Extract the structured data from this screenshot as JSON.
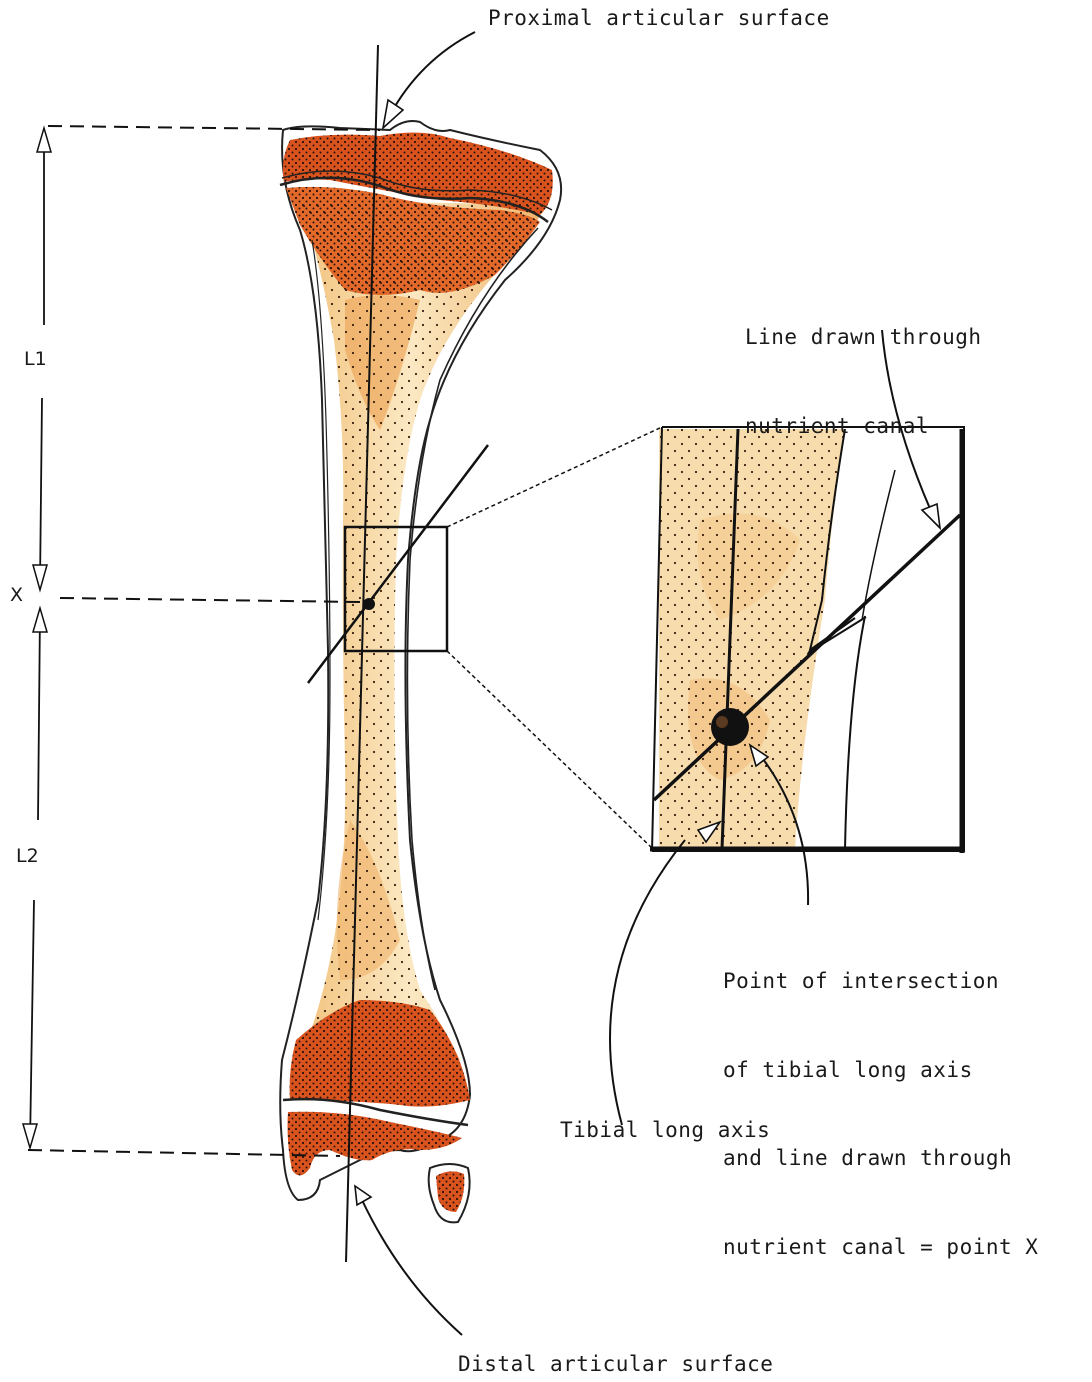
{
  "labels": {
    "proximal": "Proximal articular surface",
    "distal": "Distal articular surface",
    "nutrient_line": [
      "Line drawn through",
      "nutrient canal"
    ],
    "intersection": [
      "Point of intersection",
      "of tibial long axis",
      "and line drawn through",
      "nutrient canal = point X"
    ],
    "tibial_axis": "Tibial long axis"
  },
  "dimensions": {
    "l1": "L1",
    "l2": "L2",
    "x": "X"
  },
  "colors": {
    "bone_core": "#f5d9a3",
    "bone_marrow": "#d9531e",
    "ink": "#111111"
  }
}
